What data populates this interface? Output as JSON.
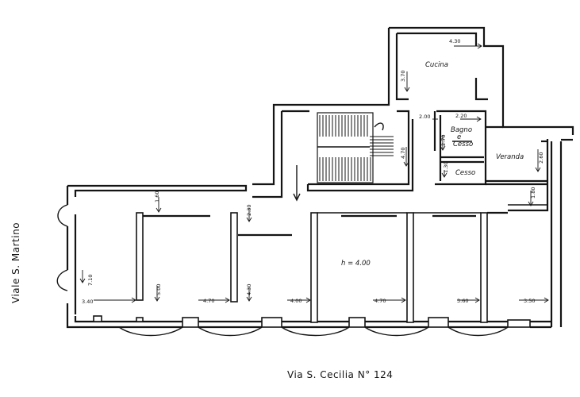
{
  "rooms": {
    "kitchen": "Cucina",
    "bath_line1": "Bagno",
    "bath_line2": "e",
    "bath_line3": "Cesso",
    "wc": "Cesso",
    "veranda": "Veranda",
    "height": "h = 4.00"
  },
  "streets": {
    "main": "Via  S. Cecilia  N° 124",
    "side": "Viale  S. Martino"
  },
  "dimensions": {
    "kitchen_width": "4.30",
    "kitchen_depth": "3.70",
    "corridor_1": "2.00",
    "bath_width": "2.20",
    "bath_depth": "2.70",
    "wc_depth": "1.30",
    "hall_depth": "4.70",
    "veranda_depth": "2.60",
    "veranda_2": "1.80",
    "room1_depth": "7.10",
    "room1_width": "3.40",
    "small_1": "1.60",
    "room2_depth": "5.00",
    "room2_width": "4.70",
    "corridor_2": "2.30",
    "room3_depth": "4.30",
    "room3_width": "4.00",
    "room4_width": "4.70",
    "room5_width": "3.60",
    "room6_width": "3.50"
  }
}
